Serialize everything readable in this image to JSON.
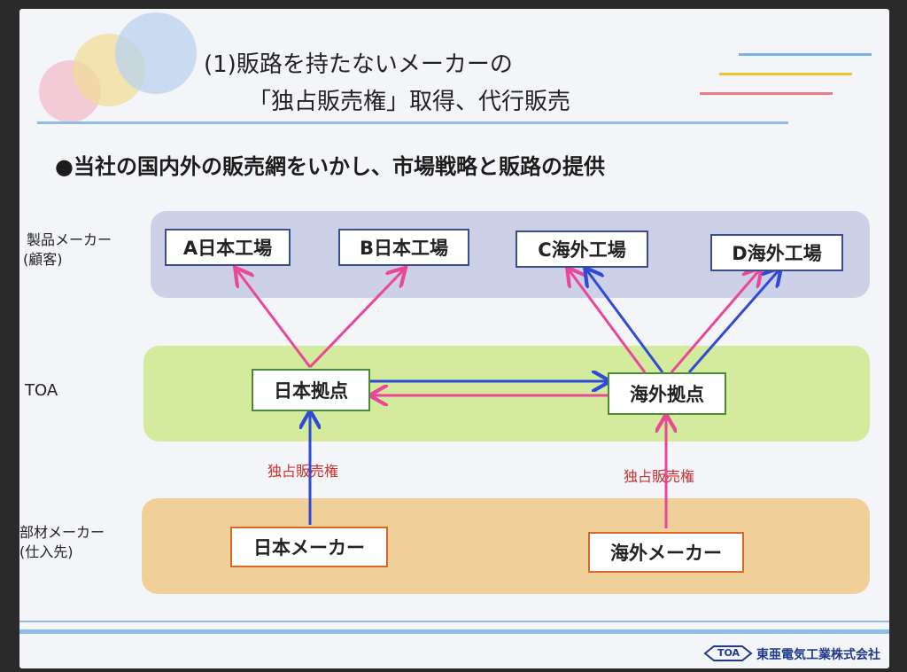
{
  "slide": {
    "title_line1": "(1)販路を持たないメーカーの",
    "title_line2": "「独占販売権」取得、代行販売",
    "bullet": "●当社の国内外の販売網をいかし、市場戦略と販路の提供"
  },
  "rows": {
    "customers_label_1": "製品メーカー",
    "customers_label_2": "(顧客)",
    "toa_label": "TOA",
    "suppliers_label_1": "部材メーカー",
    "suppliers_label_2": "(仕入先)"
  },
  "boxes": {
    "factory_a": "A日本工場",
    "factory_b": "B日本工場",
    "factory_c": "C海外工場",
    "factory_d": "D海外工場",
    "japan_base": "日本拠点",
    "overseas_base": "海外拠点",
    "japan_maker": "日本メーカー",
    "overseas_maker": "海外メーカー"
  },
  "labels": {
    "exclusive_left": "独占販売権",
    "exclusive_right": "独占販売権"
  },
  "footer": {
    "logo_mark": "TOA",
    "company": "東亜電気工業株式会社"
  },
  "colors": {
    "pink_arrow": "#e8479a",
    "blue_arrow": "#2f4bd6",
    "customer_band": "#cdd1e8",
    "toa_band": "#d4ea9c",
    "supplier_band": "#f1cf98"
  }
}
